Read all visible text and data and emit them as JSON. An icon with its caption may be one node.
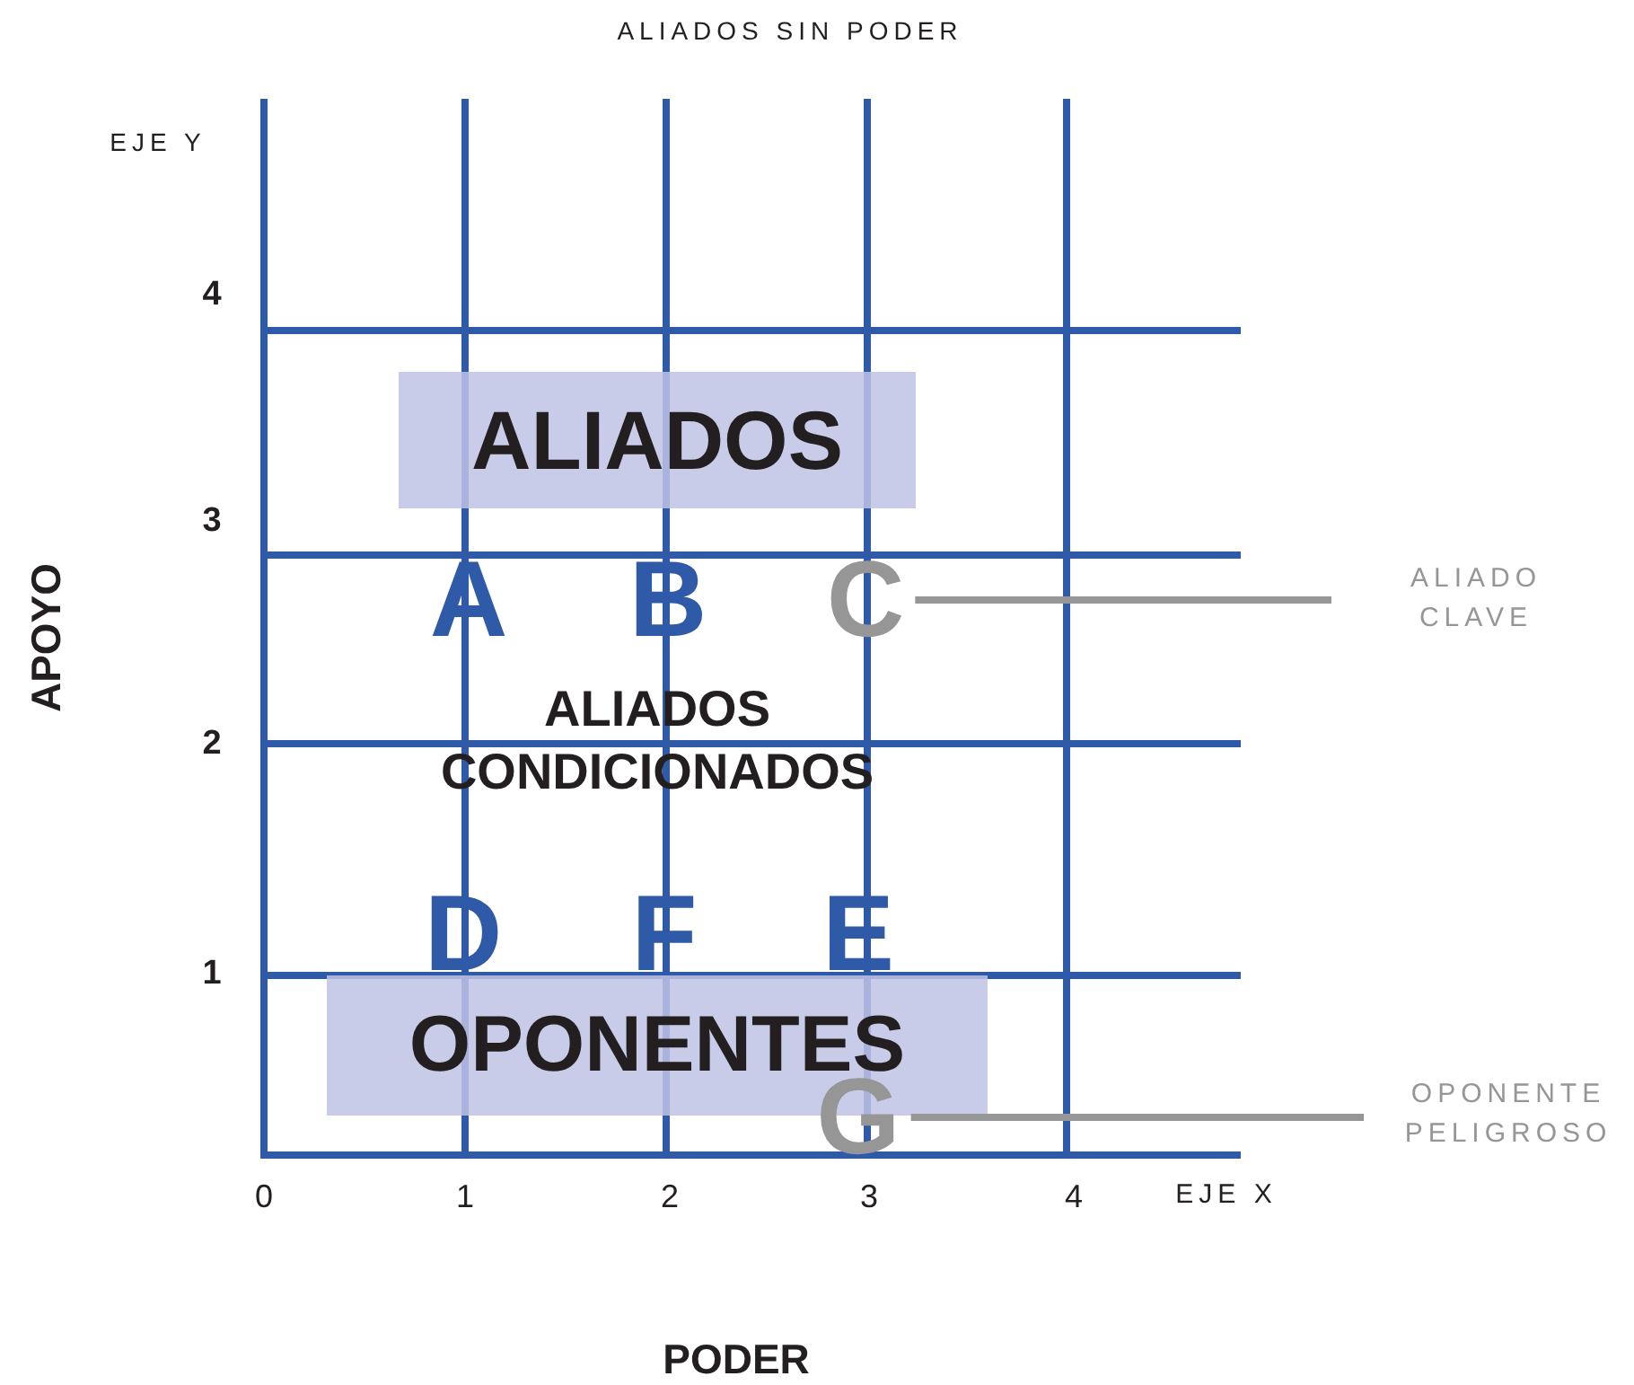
{
  "diagram": {
    "nodes": [
      {
        "text": [
          "ALIADOS"
        ]
      },
      {
        "text": [
          "C"
        ]
      },
      {
        "text": [
          "ALIADO CLAVE"
        ]
      },
      {
        "text": [
          "OPONENTES"
        ]
      },
      {
        "text": [
          "G"
        ]
      },
      {
        "text": [
          "OPONENTE PELIGROSO"
        ]
      }
    ],
    "edges": [
      {
        "from": 2,
        "to": 1,
        "arrow": "none"
      },
      {
        "from": 5,
        "to": 4,
        "arrow": "none"
      }
    ],
    "labels": [
      "ALIADOS SIN PODER",
      "EJE Y",
      "4",
      "3",
      "2",
      "1",
      "APOYO",
      "A",
      "B",
      "ALIADOS CONDICIONADOS",
      "D",
      "F",
      "E",
      "0",
      "1",
      "2",
      "3",
      "4",
      "EJE X",
      "PODER"
    ]
  }
}
